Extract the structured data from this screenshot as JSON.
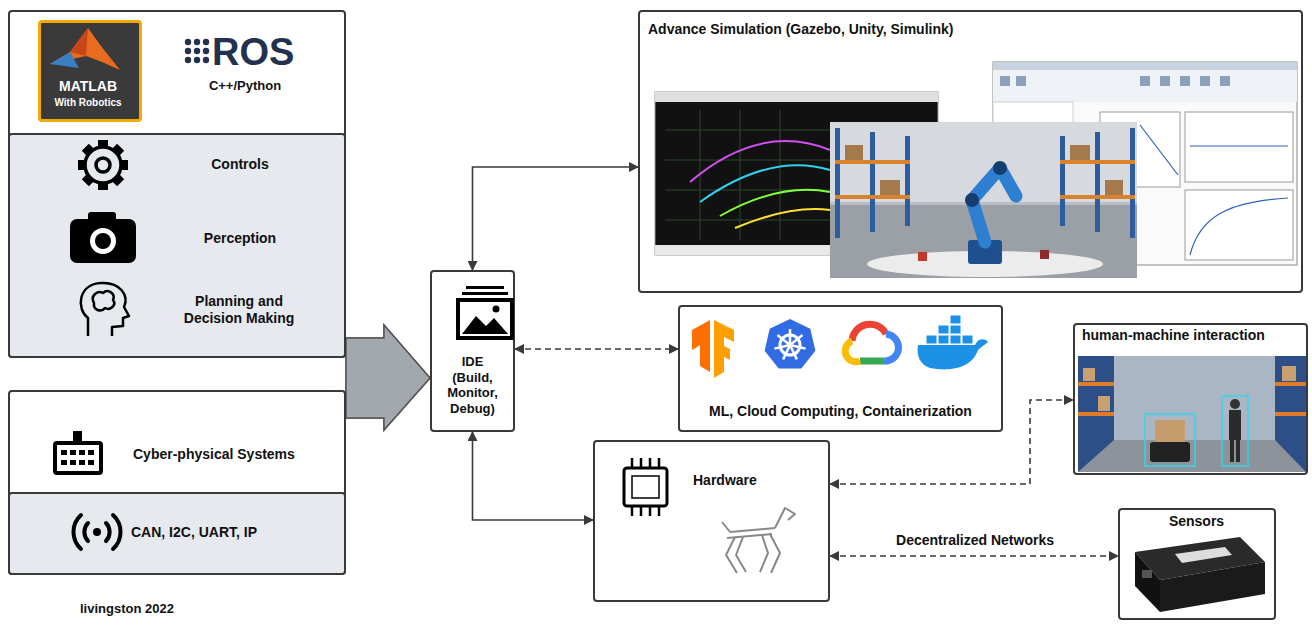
{
  "diagram": {
    "nodes": [
      {
        "text": [
          "ROS",
          "C++/Python"
        ]
      },
      {
        "text": [
          "MATLAB",
          "With Robotics"
        ],
        "in": 0
      },
      {
        "text": [
          "Controls",
          "Perception",
          "Planning and Decision Making"
        ],
        "in": 0
      },
      {
        "text": [
          "Cyber-physical Systems"
        ]
      },
      {
        "text": [
          "CAN, I2C, UART, IP"
        ],
        "in": 3
      },
      {
        "text": [
          "IDE (Build, Monitor, Debug)"
        ]
      },
      {
        "text": [
          "Advance Simulation (Gazebo, Unity, Simulink)"
        ]
      },
      {
        "text": [
          "ML, Cloud Computing, Containerization"
        ]
      },
      {
        "text": [
          "Hardware"
        ]
      },
      {
        "text": [
          "human-machine interaction"
        ]
      },
      {
        "text": [
          "Sensors"
        ]
      }
    ],
    "edges": [
      {
        "from": 2,
        "to": 5,
        "arrow": "to"
      },
      {
        "from": 3,
        "to": 5,
        "arrow": "to"
      },
      {
        "from": 5,
        "to": 6,
        "arrow": "both"
      },
      {
        "from": 5,
        "to": 7,
        "arrow": "both"
      },
      {
        "from": 5,
        "to": 8,
        "arrow": "both"
      },
      {
        "from": 8,
        "to": 9,
        "arrow": "both"
      },
      {
        "from": 8,
        "to": 10,
        "arrow": "both",
        "label": "Decentralized Networks"
      }
    ],
    "labels": [
      "livingston 2022"
    ]
  }
}
